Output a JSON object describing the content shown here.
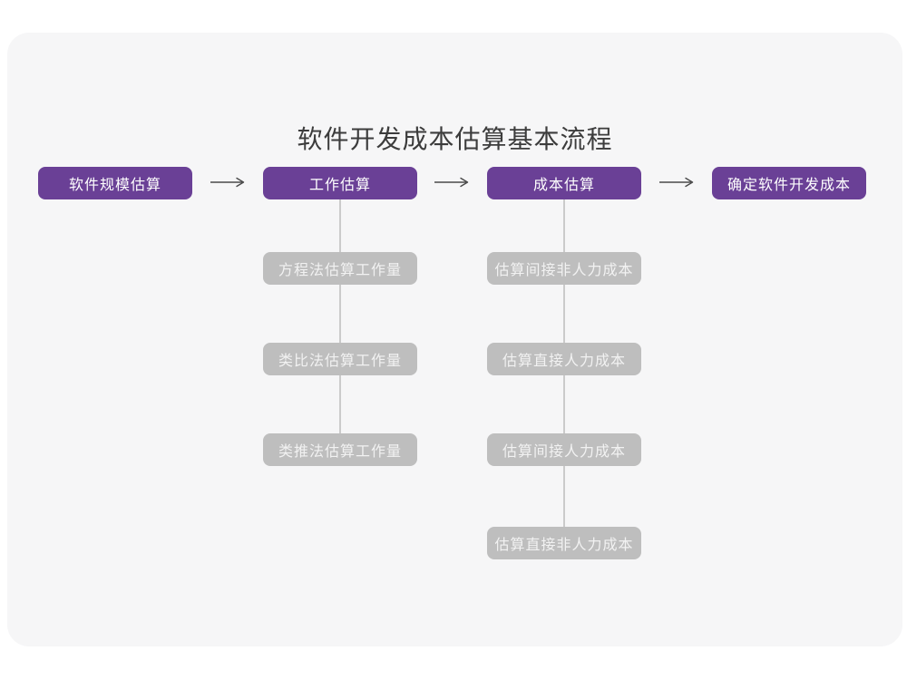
{
  "title": "软件开发成本估算基本流程",
  "colors": {
    "primary": "#6A4096",
    "secondary_box": "#BEBEBE",
    "card_bg": "#F6F6F7",
    "connector": "#CBCBCB",
    "arrow": "#4A4A4A"
  },
  "flow": {
    "steps": [
      {
        "label": "软件规模估算"
      },
      {
        "label": "工作估算",
        "substeps": [
          "方程法估算工作量",
          "类比法估算工作量",
          "类推法估算工作量"
        ]
      },
      {
        "label": "成本估算",
        "substeps": [
          "估算间接非人力成本",
          "估算直接人力成本",
          "估算间接人力成本",
          "估算直接非人力成本"
        ]
      },
      {
        "label": "确定软件开发成本"
      }
    ]
  }
}
